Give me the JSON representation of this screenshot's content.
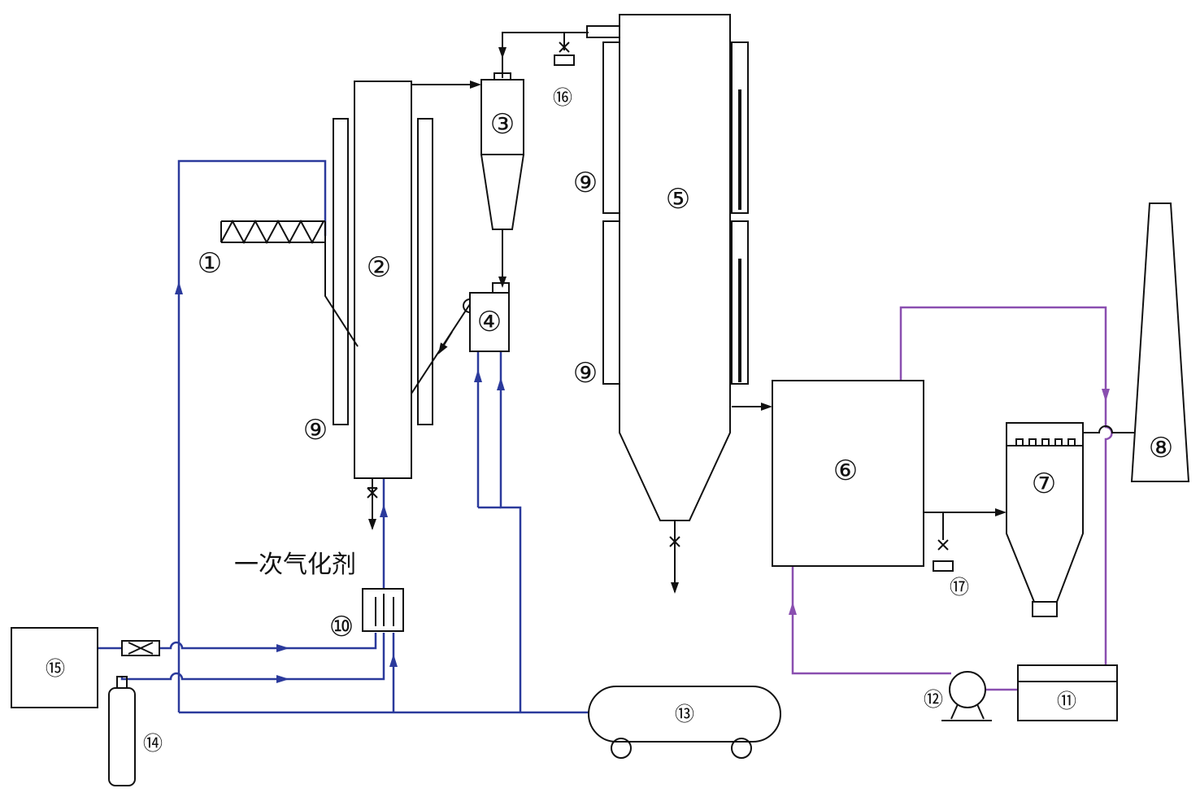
{
  "labels": {
    "l1": "①",
    "l2": "②",
    "l3": "③",
    "l4": "④",
    "l5": "⑤",
    "l6": "⑥",
    "l7": "⑦",
    "l8": "⑧",
    "l9a": "⑨",
    "l9b": "⑨",
    "l9c": "⑨",
    "l10": "⑩",
    "l11": "⑪",
    "l12": "⑫",
    "l13": "⑬",
    "l14": "⑭",
    "l15": "⑮",
    "l16": "⑯",
    "l17": "⑰"
  },
  "caption": "一次气化剂",
  "colors": {
    "blue_line": "#2b3a9c",
    "purple_line": "#8a4fb0",
    "black_line": "#111111"
  }
}
